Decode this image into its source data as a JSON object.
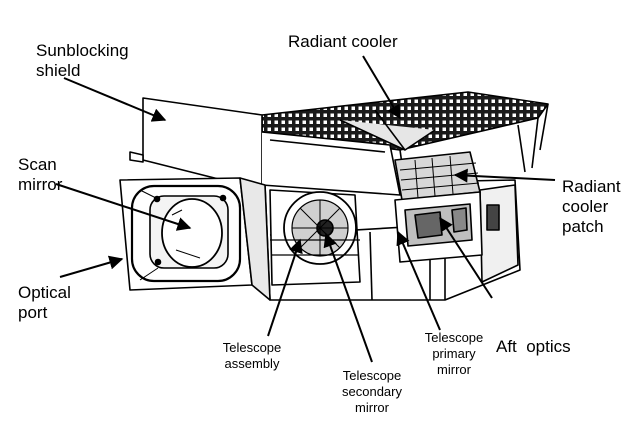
{
  "labels": {
    "sunblocking_shield": [
      "Sunblocking",
      "shield"
    ],
    "radiant_cooler": "Radiant cooler",
    "scan_mirror": [
      "Scan",
      "mirror"
    ],
    "radiant_cooler_patch": [
      "Radiant",
      "cooler",
      "patch"
    ],
    "optical_port": [
      "Optical",
      "port"
    ],
    "aft_optics": "Aft  optics",
    "telescope_assembly": [
      "Telescope",
      "assembly"
    ],
    "telescope_primary_mirror": [
      "Telescope",
      "primary",
      "mirror"
    ],
    "telescope_secondary_mirror": [
      "Telescope",
      "secondary",
      "mirror"
    ]
  },
  "colors": {
    "line": "#000000",
    "grid_fill": "#1a1a1a",
    "panel_fill": "#ffffff",
    "shade": "#d8d8d8"
  }
}
